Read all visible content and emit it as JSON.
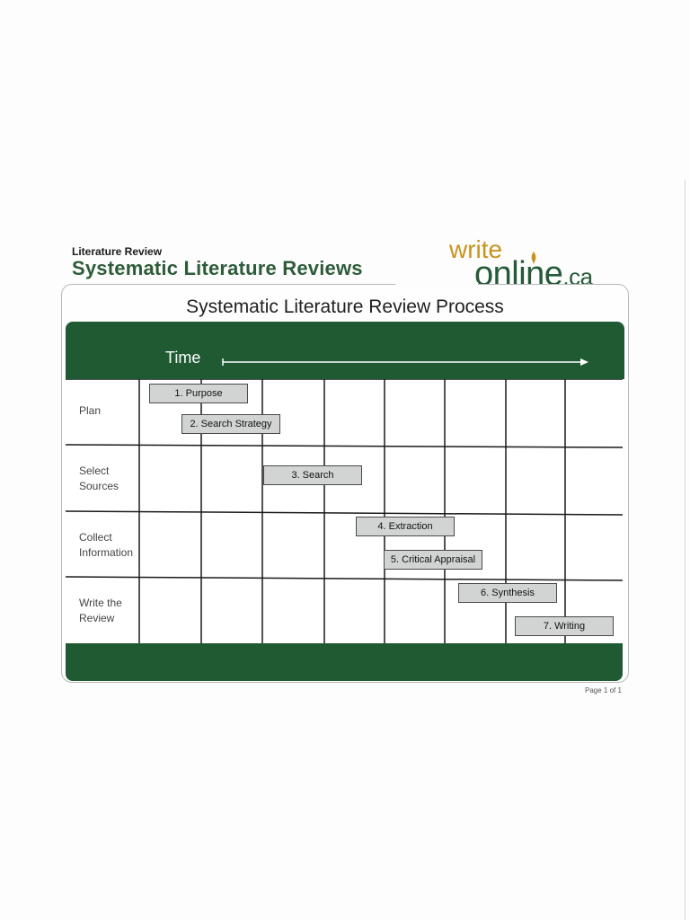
{
  "header": {
    "section": "Literature Review",
    "title": "Systematic Literature Reviews"
  },
  "logo": {
    "write": "write",
    "online": "online",
    "tld": ".ca",
    "colors": {
      "write": "#c8931e",
      "online": "#245a37"
    }
  },
  "diagram": {
    "title": "Systematic Literature Review Process",
    "time_label": "Time",
    "rows": [
      {
        "label_lines": [
          "Plan"
        ]
      },
      {
        "label_lines": [
          "Select",
          "Sources"
        ]
      },
      {
        "label_lines": [
          "Collect",
          "Information"
        ]
      },
      {
        "label_lines": [
          "Write the",
          "Review"
        ]
      }
    ],
    "tasks": [
      {
        "label": "1. Purpose"
      },
      {
        "label": "2. Search Strategy"
      },
      {
        "label": "3. Search"
      },
      {
        "label": "4. Extraction"
      },
      {
        "label": "5. Critical Appraisal"
      },
      {
        "label": "6. Synthesis"
      },
      {
        "label": "7. Writing"
      }
    ],
    "colors": {
      "band": "#1f5a32",
      "task_fill": "#d2d4d4"
    }
  },
  "footer": {
    "page": "Page 1 of 1"
  }
}
